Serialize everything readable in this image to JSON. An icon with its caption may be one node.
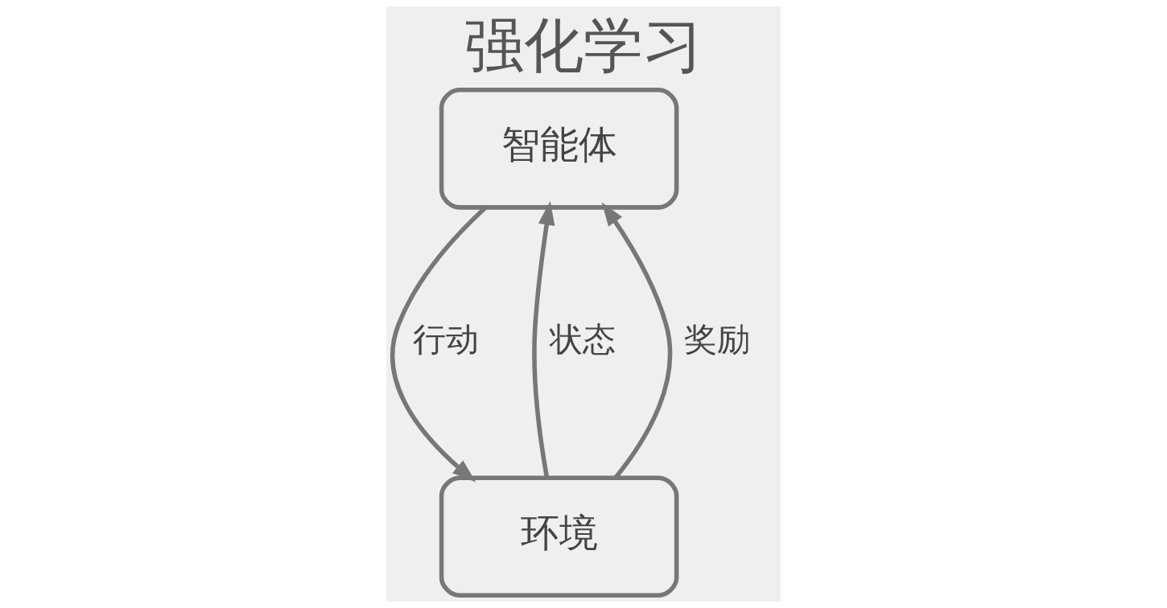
{
  "diagram": {
    "title": "强化学习",
    "nodes": [
      {
        "text": [
          "智能体"
        ]
      },
      {
        "text": [
          "环境"
        ]
      }
    ],
    "edges": [
      {
        "from": 1,
        "to": 0,
        "arrow": "to",
        "label": "状态"
      },
      {
        "from": 1,
        "to": 0,
        "arrow": "to",
        "label": "奖励"
      },
      {
        "from": 0,
        "to": 1,
        "arrow": "to",
        "label": "行动"
      }
    ]
  }
}
